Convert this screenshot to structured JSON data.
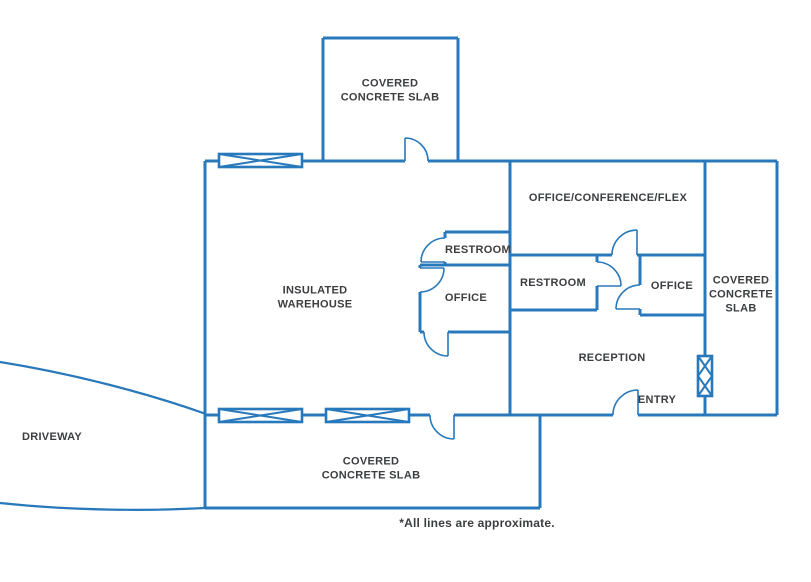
{
  "rooms": {
    "top_slab": "COVERED\nCONCRETE SLAB",
    "warehouse": "INSULATED\nWAREHOUSE",
    "office_conference_flex": "OFFICE/CONFERENCE/FLEX",
    "restroom_warehouse": "RESTROOM",
    "office_warehouse": "OFFICE",
    "restroom_wing": "RESTROOM",
    "office_wing": "OFFICE",
    "right_slab": "COVERED\nCONCRETE\nSLAB",
    "reception": "RECEPTION",
    "entry": "ENTRY",
    "bottom_slab": "COVERED\nCONCRETE SLAB",
    "driveway": "DRIVEWAY"
  },
  "footnote": "*All lines are approximate.",
  "colors": {
    "line": "#2878bc",
    "text": "#3b3d40",
    "background": "#ffffff"
  }
}
